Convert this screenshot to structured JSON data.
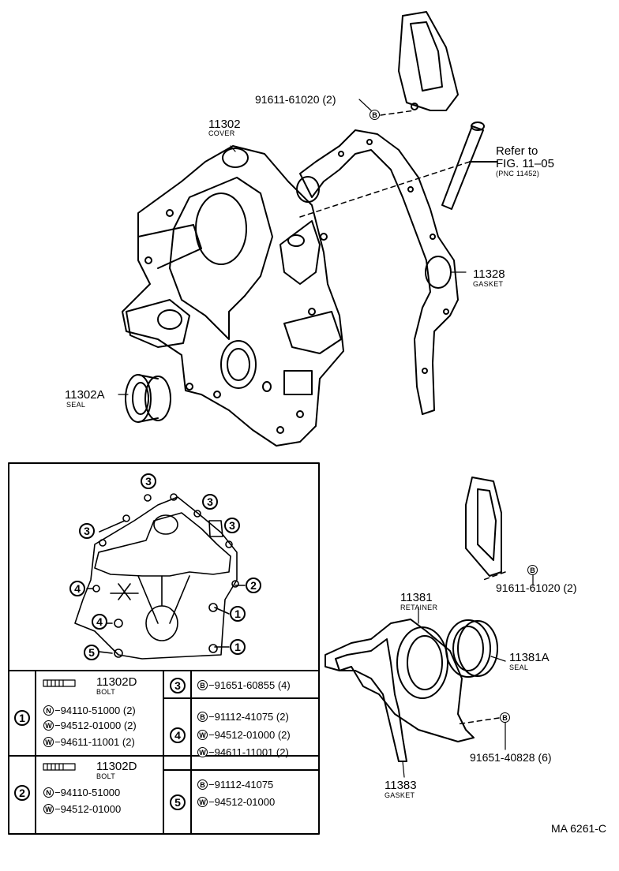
{
  "figure_code": "MA 6261-C",
  "callouts": {
    "bolt_top": "91611-61020 (2)",
    "cover_num": "11302",
    "cover_name": "COVER",
    "refer_1": "Refer to",
    "refer_2": "FIG. 11–05",
    "refer_3": "(PNC 11452)",
    "gasket_num": "11328",
    "gasket_name": "GASKET",
    "seal_num": "11302A",
    "seal_name": "SEAL",
    "bolt_right": "91611-61020 (2)",
    "retainer_num": "11381",
    "retainer_name": "RETAINER",
    "seal2_num": "11381A",
    "seal2_name": "SEAL",
    "bolt_bottom": "91651-40828 (6)",
    "gasket2_num": "11383",
    "gasket2_name": "GASKET"
  },
  "symbols": {
    "B": "B",
    "N": "N",
    "W": "W"
  },
  "detail_numbers": [
    "1",
    "2",
    "3",
    "4",
    "5"
  ],
  "table": {
    "g1_bolt_num": "11302D",
    "g1_bolt_name": "BOLT",
    "g1_n": "−94110-51000 (2)",
    "g1_w1": "−94512-01000 (2)",
    "g1_w2": "−94611-11001 (2)",
    "g2_bolt_num": "11302D",
    "g2_bolt_name": "BOLT",
    "g2_n": "−94110-51000",
    "g2_w": "−94512-01000",
    "g3_b": "−91651-60855 (4)",
    "g4_b": "−91112-41075 (2)",
    "g4_w1": "−94512-01000 (2)",
    "g4_w2": "−94611-11001 (2)",
    "g5_b": "−91112-41075",
    "g5_w": "−94512-01000"
  }
}
